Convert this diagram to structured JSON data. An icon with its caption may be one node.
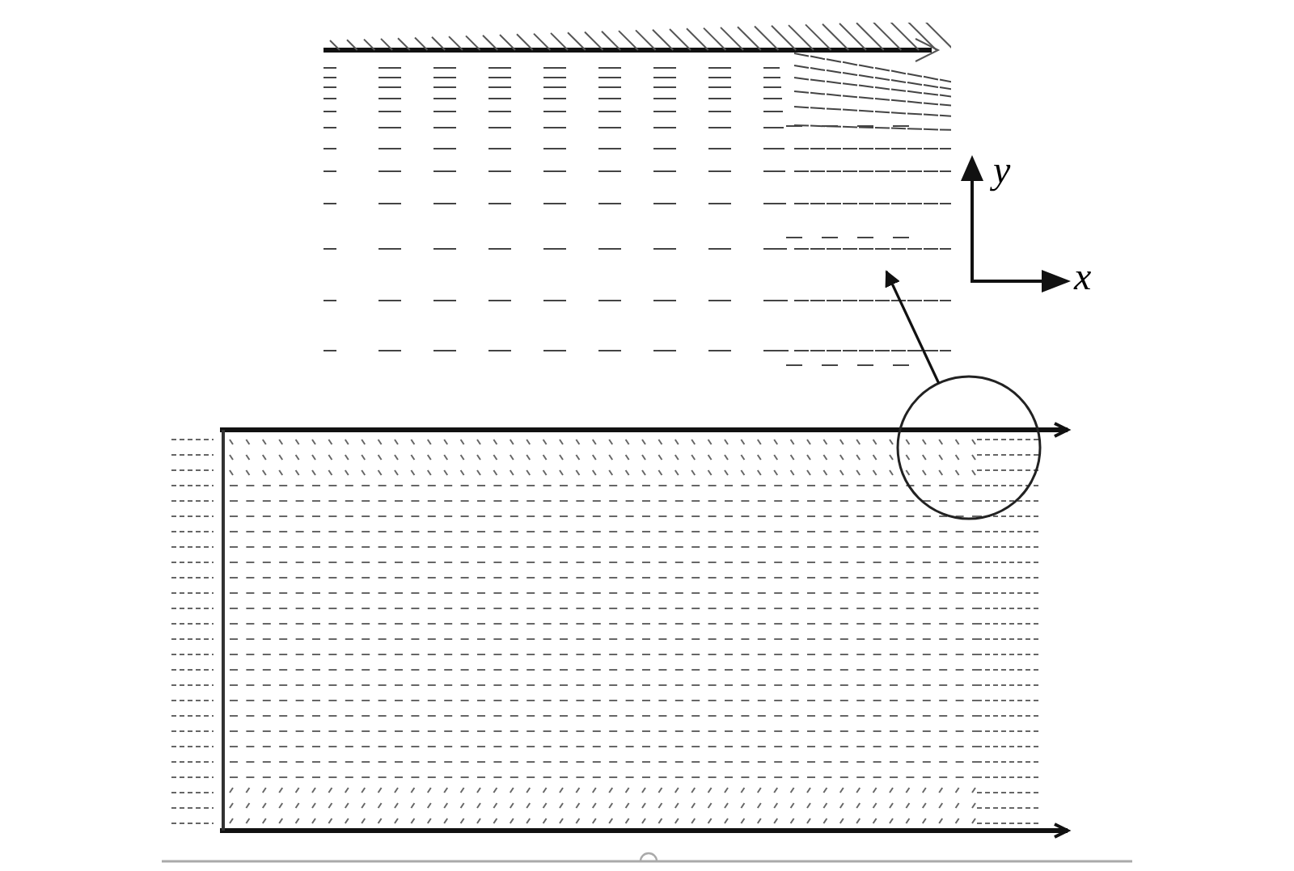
{
  "diagram": {
    "nodes": [
      {
        "text": [],
        "shape": "picture"
      },
      {
        "text": [],
        "shape": "picture"
      },
      {
        "text": [],
        "shape": "circle"
      }
    ],
    "edges": [
      {
        "from": 2,
        "to": 0,
        "arrow": "to"
      }
    ],
    "labels": [
      "y",
      "x"
    ]
  }
}
